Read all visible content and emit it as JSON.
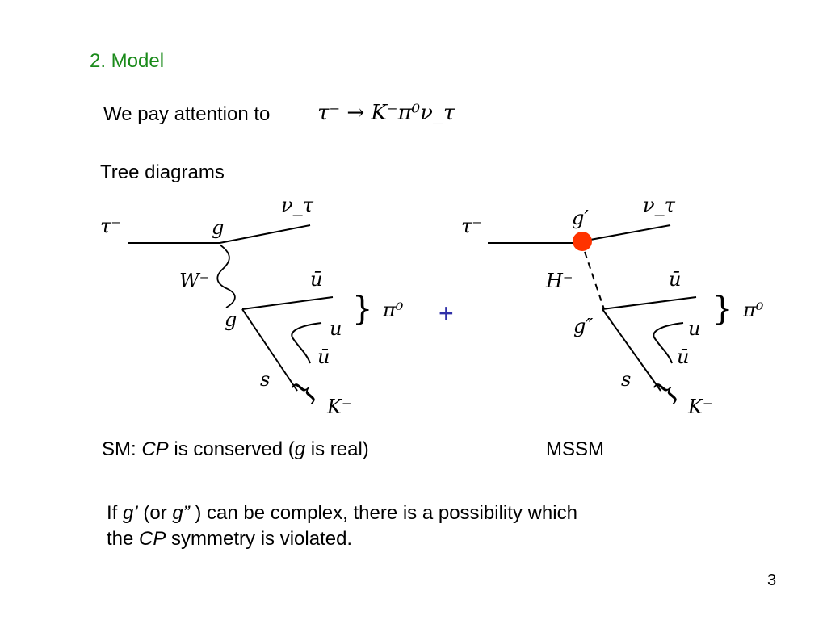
{
  "slide": {
    "section_title": "2. Model",
    "intro_text": "We pay attention to",
    "intro_process": "τ⁻ → K⁻π⁰ν_τ",
    "tree_title": "Tree diagrams",
    "plus_sign": "+",
    "page_number": "3"
  },
  "diagram_sm": {
    "tau": "τ⁻",
    "nu": "ν_τ",
    "vertex_top": "g",
    "boson": "W⁻",
    "vertex_bottom": "g",
    "ubar_top": "ū",
    "u": "u",
    "ubar_bottom": "ū",
    "s": "s",
    "pi": "π⁰",
    "K": "K⁻",
    "caption_prefix": "SM: ",
    "caption_cp": "CP",
    "caption_mid": " is conserved (",
    "caption_g": "g",
    "caption_suffix": " is real)"
  },
  "diagram_mssm": {
    "tau": "τ⁻",
    "nu": "ν_τ",
    "vertex_top": "g′",
    "boson": "H⁻",
    "vertex_bottom": "g″",
    "ubar_top": "ū",
    "u": "u",
    "ubar_bottom": "ū",
    "s": "s",
    "pi": "π⁰",
    "K": "K⁻",
    "caption": "MSSM",
    "vertex_color": "#ff3300"
  },
  "note": {
    "line1_prefix": "If ",
    "g_prime": "g’",
    "paren_open": " (or ",
    "g_dprime": "g”",
    "line1_suffix": " ) can be complex, there is a possibility which",
    "line2_prefix": "the ",
    "cp": "CP",
    "line2_suffix": " symmetry is violated."
  }
}
